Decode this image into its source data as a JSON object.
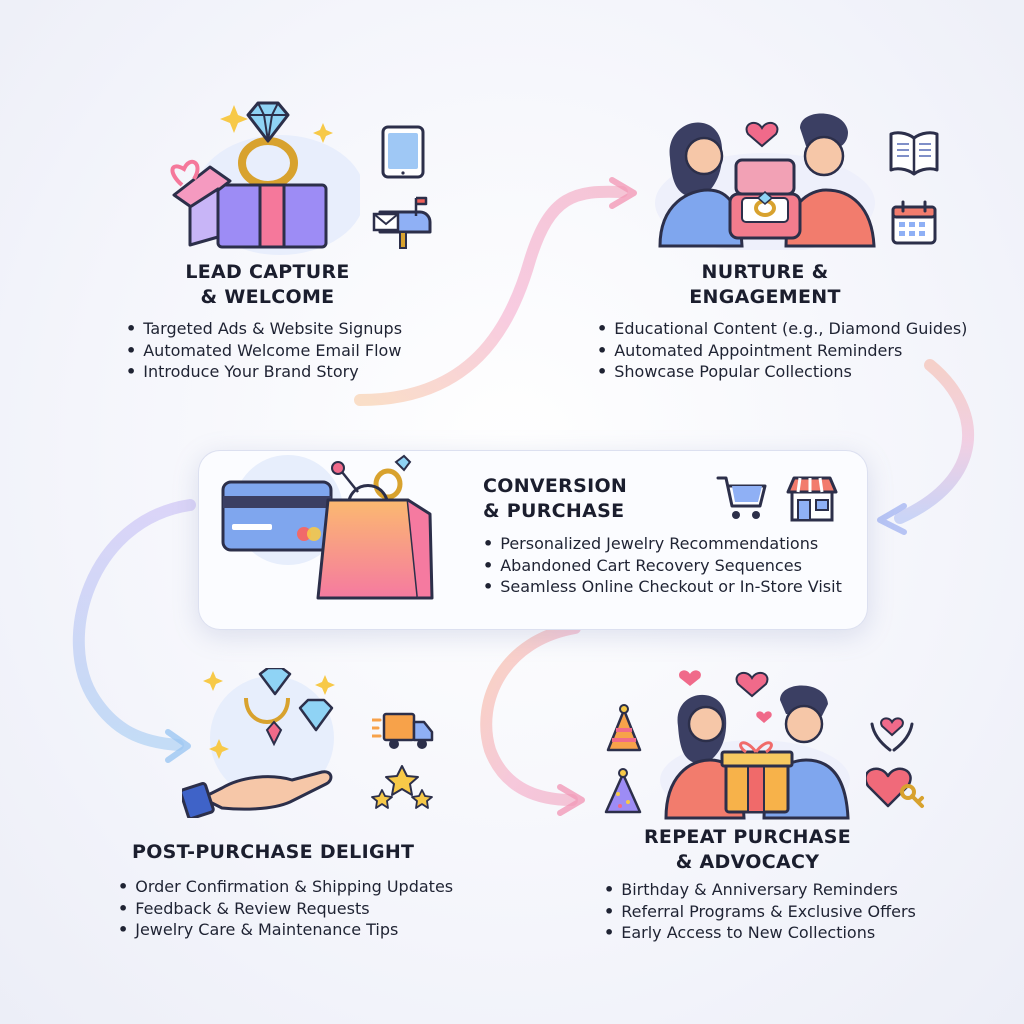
{
  "stages": {
    "lead": {
      "title": "LEAD CAPTURE\n& WELCOME",
      "bullets": [
        "Targeted Ads & Website Signups",
        "Automated Welcome Email Flow",
        "Introduce Your Brand Story"
      ]
    },
    "nurture": {
      "title": "NURTURE &\nENGAGEMENT",
      "bullets": [
        "Educational Content (e.g., Diamond Guides)",
        "Automated Appointment Reminders",
        "Showcase Popular Collections"
      ]
    },
    "conversion": {
      "title": "CONVERSION\n& PURCHASE",
      "bullets": [
        "Personalized Jewelry Recommendations",
        "Abandoned Cart Recovery Sequences",
        "Seamless Online Checkout or In-Store Visit"
      ]
    },
    "post": {
      "title": "POST-PURCHASE DELIGHT",
      "bullets": [
        "Order Confirmation & Shipping Updates",
        "Feedback & Review Requests",
        "Jewelry Care & Maintenance Tips"
      ]
    },
    "repeat": {
      "title": "REPEAT PURCHASE\n& ADVOCACY",
      "bullets": [
        "Birthday & Anniversary Reminders",
        "Referral Programs & Exclusive Offers",
        "Early Access to New Collections"
      ]
    }
  },
  "icons": {
    "lead": [
      "gift-box-with-ring-icon",
      "tablet-icon",
      "mailbox-icon"
    ],
    "nurture": [
      "couple-with-ring-box-icon",
      "open-book-icon",
      "calendar-icon"
    ],
    "conversion": [
      "credit-card-icon",
      "shopping-bag-icon",
      "shopping-cart-icon",
      "storefront-icon"
    ],
    "post": [
      "hand-with-jewelry-icon",
      "delivery-truck-icon",
      "stars-rating-icon"
    ],
    "repeat": [
      "couple-with-gift-icon",
      "party-hat-icon",
      "caring-hands-heart-icon",
      "heart-key-icon"
    ]
  },
  "colors": {
    "flow_pink": "#f5a0c8",
    "flow_blue": "#9fb4f0",
    "flow_orange": "#f8b77a",
    "accent_purple": "#8b7cf0",
    "accent_coral": "#f06a6a"
  }
}
